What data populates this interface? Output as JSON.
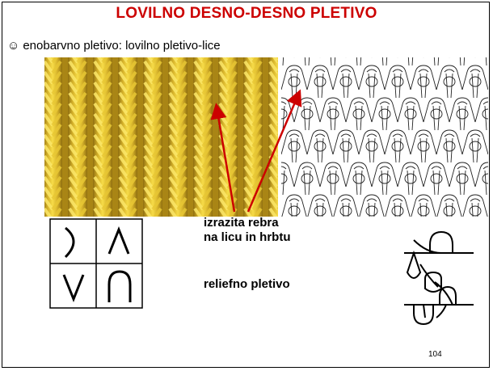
{
  "slide": {
    "title": "LOVILNO DESNO-DESNO PLETIVO",
    "subtitle_icon": "smiley-icon",
    "subtitle": "enobarvno pletivo: lovilno pletivo-lice",
    "annotation_line1": "izrazita rebra",
    "annotation_line2": "na licu in hrbtu",
    "annotation_relief": "reliefno pletivo",
    "page_number": "104"
  },
  "colors": {
    "title": "#cc0000",
    "arrow": "#cc0000",
    "yarn_light": "#f3d33a",
    "yarn_dark": "#a07d12"
  },
  "symbols": [
    "closing-bracket-symbol",
    "caret-up-symbol",
    "v-symbol",
    "arch-symbol"
  ]
}
